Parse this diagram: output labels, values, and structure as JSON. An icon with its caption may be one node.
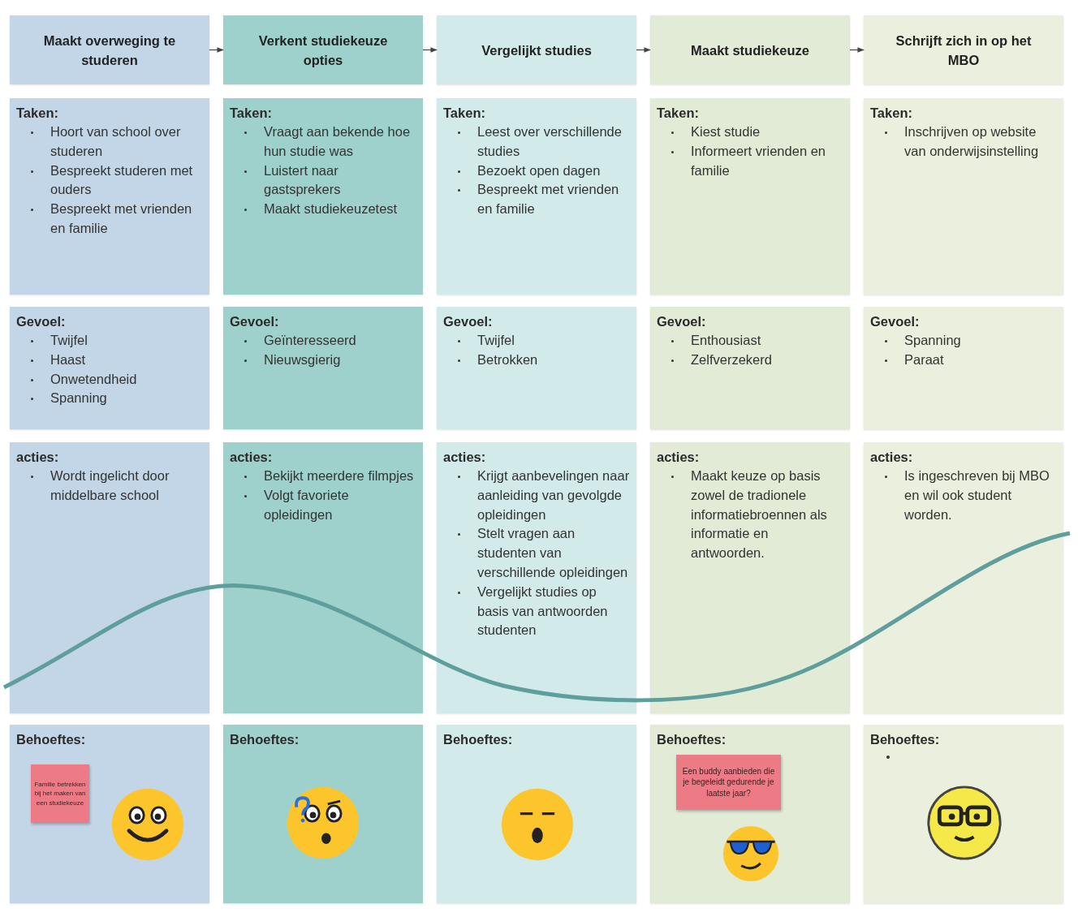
{
  "diagram": {
    "nodes": [
      {
        "text": [
          "Maakt overweging te studeren"
        ]
      },
      {
        "text": [
          "Verkent studiekeuze opties"
        ]
      },
      {
        "text": [
          "Vergelijkt studies"
        ]
      },
      {
        "text": [
          "Maakt studiekeuze"
        ]
      },
      {
        "text": [
          "Schrijft zich in op het MBO"
        ]
      },
      {
        "text": [
          "Taken:",
          "Hoort van school over studeren",
          "Bespreekt studeren met ouders",
          "Bespreekt met vrienden en familie"
        ]
      },
      {
        "text": [
          "Taken:",
          "Vraagt aan bekende hoe hun studie was",
          "Luistert naar gastsprekers",
          "Maakt studiekeuzetest"
        ]
      },
      {
        "text": [
          "Taken:",
          "Leest over verschillende studies",
          "Bezoekt open dagen",
          "Bespreekt met vrienden en familie"
        ]
      },
      {
        "text": [
          "Taken:",
          "Kiest studie",
          "Informeert vrienden en familie"
        ]
      },
      {
        "text": [
          "Taken:",
          "Inschrijven op website van onderwijsinstelling"
        ]
      },
      {
        "text": [
          "Gevoel:",
          "Twijfel",
          "Haast",
          "Onwetendheid",
          "Spanning"
        ]
      },
      {
        "text": [
          "Gevoel:",
          "Geïnteresseerd",
          "Nieuwsgierig"
        ]
      },
      {
        "text": [
          "Gevoel:",
          "Twijfel",
          "Betrokken"
        ]
      },
      {
        "text": [
          "Gevoel:",
          "Enthousiast",
          "Zelfverzekerd"
        ]
      },
      {
        "text": [
          "Gevoel:",
          "Spanning",
          "Paraat"
        ]
      },
      {
        "text": [
          "acties:",
          "Wordt ingelicht door middelbare school"
        ]
      },
      {
        "text": [
          "acties:",
          "Bekijkt meerdere filmpjes",
          "Volgt favoriete opleidingen"
        ]
      },
      {
        "text": [
          "acties:",
          "Krijgt aanbevelingen naar aanleiding van gevolgde opleidingen",
          "Stelt vragen aan studenten van verschillende opleidingen",
          "Vergelijkt studies op basis van antwoorden studenten"
        ]
      },
      {
        "text": [
          "acties:",
          "Maakt keuze op basis zowel de tradionele informatiebroennen als informatie en antwoorden."
        ]
      },
      {
        "text": [
          "acties:",
          "Is ingeschreven bij MBO en wil ook student worden."
        ]
      },
      {
        "text": [
          "Behoeftes:"
        ]
      },
      {
        "text": [
          "Behoeftes:"
        ]
      },
      {
        "text": [
          "Behoeftes:"
        ]
      },
      {
        "text": [
          "Behoeftes:"
        ]
      },
      {
        "text": [
          "Behoeftes:"
        ]
      },
      {
        "text": [
          "Familie betrekken bij het maken van een studiekeuze"
        ],
        "in": 20
      },
      {
        "text": [
          "Een buddy aanbieden die je begeleidt gedurende je laatste jaar?"
        ],
        "in": 23
      }
    ],
    "edges": [
      {
        "from": 0,
        "to": 1,
        "arrow": "to"
      },
      {
        "from": 1,
        "to": 2,
        "arrow": "to"
      },
      {
        "from": 2,
        "to": 3,
        "arrow": "to"
      },
      {
        "from": 3,
        "to": 4,
        "arrow": "to"
      }
    ]
  }
}
